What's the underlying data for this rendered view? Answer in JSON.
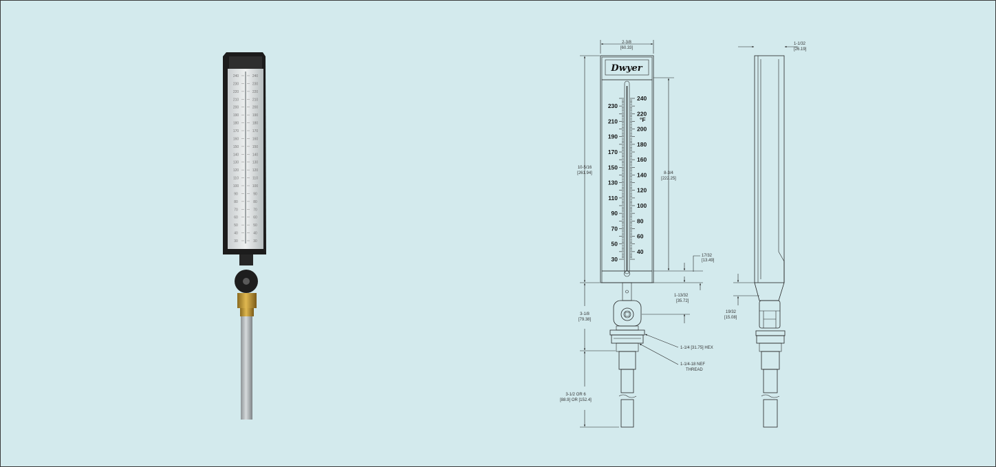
{
  "brand": "Dwyer",
  "photo_scale": {
    "values": [
      "240",
      "230",
      "220",
      "210",
      "200",
      "190",
      "180",
      "170",
      "160",
      "150",
      "140",
      "130",
      "120",
      "110",
      "100",
      "90",
      "80",
      "70",
      "60",
      "50",
      "40",
      "30"
    ]
  },
  "scale_left": [
    "230",
    "210",
    "190",
    "170",
    "150",
    "130",
    "110",
    "90",
    "70",
    "50",
    "30"
  ],
  "scale_right": [
    "240",
    "220",
    "200",
    "180",
    "160",
    "140",
    "120",
    "100",
    "80",
    "60",
    "40"
  ],
  "unit": "°F",
  "dimensions": {
    "width_in": "2-3/8",
    "width_mm": "[60.33]",
    "height_in": "10-5/16",
    "height_mm": "[261.94]",
    "scale_in": "8-3/4",
    "scale_mm": "[222.25]",
    "bottom_in": "17/32",
    "bottom_mm": "[13.49]",
    "neck_in": "1-13/32",
    "neck_mm": "[35.72]",
    "pivot_in": "3-1/8",
    "pivot_mm": "[79.38]",
    "hex": "1-1/4 [31.75] HEX",
    "thread_1": "1-1/4-18 NEF",
    "thread_2": "THREAD",
    "stem_in": "3-1/2 OR 6",
    "stem_mm": "[88.9] OR [152.4]",
    "depth_in": "1-1/32",
    "depth_mm": "[26.19]",
    "side_in": "19/32",
    "side_mm": "[15.08]"
  }
}
